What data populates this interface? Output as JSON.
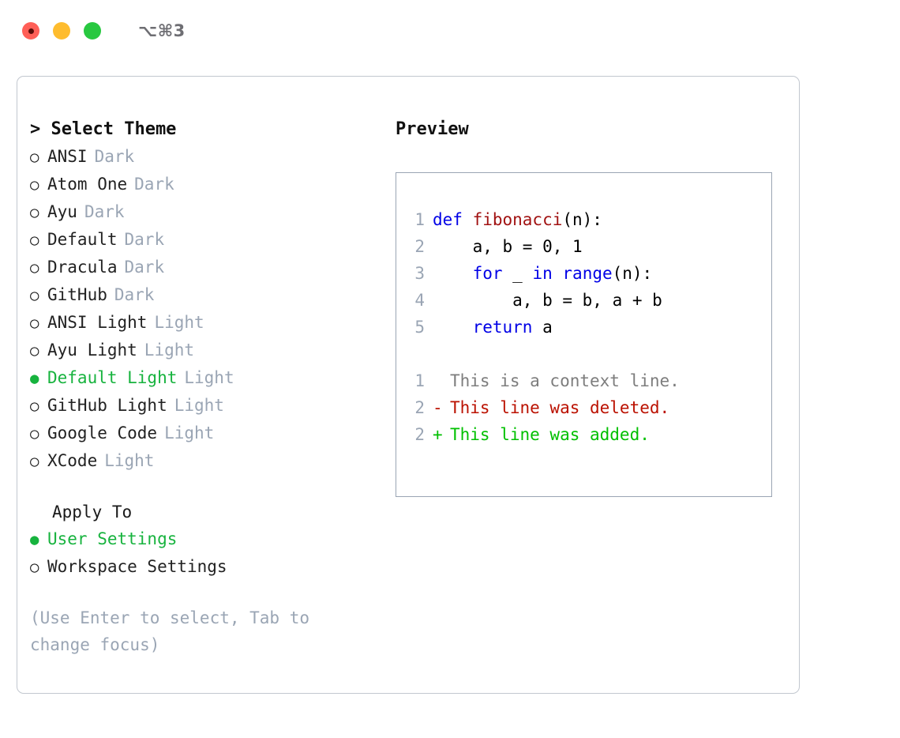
{
  "titlebar": {
    "lights": [
      "close",
      "minimize",
      "maximize"
    ],
    "shortcut": "⌥⌘3"
  },
  "left": {
    "header": "> Select Theme",
    "themes": [
      {
        "bullet": "○",
        "name": "ANSI",
        "kind": "Dark",
        "selected": false
      },
      {
        "bullet": "○",
        "name": "Atom One",
        "kind": "Dark",
        "selected": false
      },
      {
        "bullet": "○",
        "name": "Ayu",
        "kind": "Dark",
        "selected": false
      },
      {
        "bullet": "○",
        "name": "Default",
        "kind": "Dark",
        "selected": false
      },
      {
        "bullet": "○",
        "name": "Dracula",
        "kind": "Dark",
        "selected": false
      },
      {
        "bullet": "○",
        "name": "GitHub",
        "kind": "Dark",
        "selected": false
      },
      {
        "bullet": "○",
        "name": "ANSI Light",
        "kind": "Light",
        "selected": false
      },
      {
        "bullet": "○",
        "name": "Ayu Light",
        "kind": "Light",
        "selected": false
      },
      {
        "bullet": "●",
        "name": "Default Light",
        "kind": "Light",
        "selected": true
      },
      {
        "bullet": "○",
        "name": "GitHub Light",
        "kind": "Light",
        "selected": false
      },
      {
        "bullet": "○",
        "name": "Google Code",
        "kind": "Light",
        "selected": false
      },
      {
        "bullet": "○",
        "name": "XCode",
        "kind": "Light",
        "selected": false
      }
    ],
    "apply_to": {
      "title": "Apply To",
      "options": [
        {
          "bullet": "●",
          "name": "User Settings",
          "selected": true
        },
        {
          "bullet": "○",
          "name": "Workspace Settings",
          "selected": false
        }
      ]
    },
    "hint": "(Use Enter to select, Tab to change focus)"
  },
  "preview": {
    "title": "Preview",
    "code_lines": [
      {
        "no": "1",
        "segments": [
          {
            "text": "def ",
            "cls": "kw"
          },
          {
            "text": "fibonacci",
            "cls": "fn"
          },
          {
            "text": "(n):",
            "cls": "code-text"
          }
        ]
      },
      {
        "no": "2",
        "segments": [
          {
            "text": "    a, b = 0, 1",
            "cls": "code-text"
          }
        ]
      },
      {
        "no": "3",
        "segments": [
          {
            "text": "    ",
            "cls": "code-text"
          },
          {
            "text": "for",
            "cls": "kw"
          },
          {
            "text": " _ ",
            "cls": "code-text"
          },
          {
            "text": "in",
            "cls": "kw"
          },
          {
            "text": " ",
            "cls": "code-text"
          },
          {
            "text": "range",
            "cls": "bi"
          },
          {
            "text": "(n):",
            "cls": "code-text"
          }
        ]
      },
      {
        "no": "4",
        "segments": [
          {
            "text": "        a, b = b, a + b",
            "cls": "code-text"
          }
        ]
      },
      {
        "no": "5",
        "segments": [
          {
            "text": "    ",
            "cls": "code-text"
          },
          {
            "text": "return",
            "cls": "kw"
          },
          {
            "text": " a",
            "cls": "code-text"
          }
        ]
      }
    ],
    "diff_lines": [
      {
        "no": "1",
        "mark": " ",
        "text": "This is a context line.",
        "kind": "context"
      },
      {
        "no": "2",
        "mark": "-",
        "text": "This line was deleted.",
        "kind": "deleted"
      },
      {
        "no": "2",
        "mark": "+",
        "text": "This line was added.",
        "kind": "added"
      }
    ]
  },
  "colors": {
    "accent_green": "#17b33e",
    "muted": "#9aa5b4",
    "keyword_blue": "#0000e6",
    "function_red": "#a11212",
    "diff_deleted": "#bb1100",
    "diff_added": "#00c000",
    "panel_border": "#c2c7cf",
    "preview_border": "#9aa5b4"
  }
}
